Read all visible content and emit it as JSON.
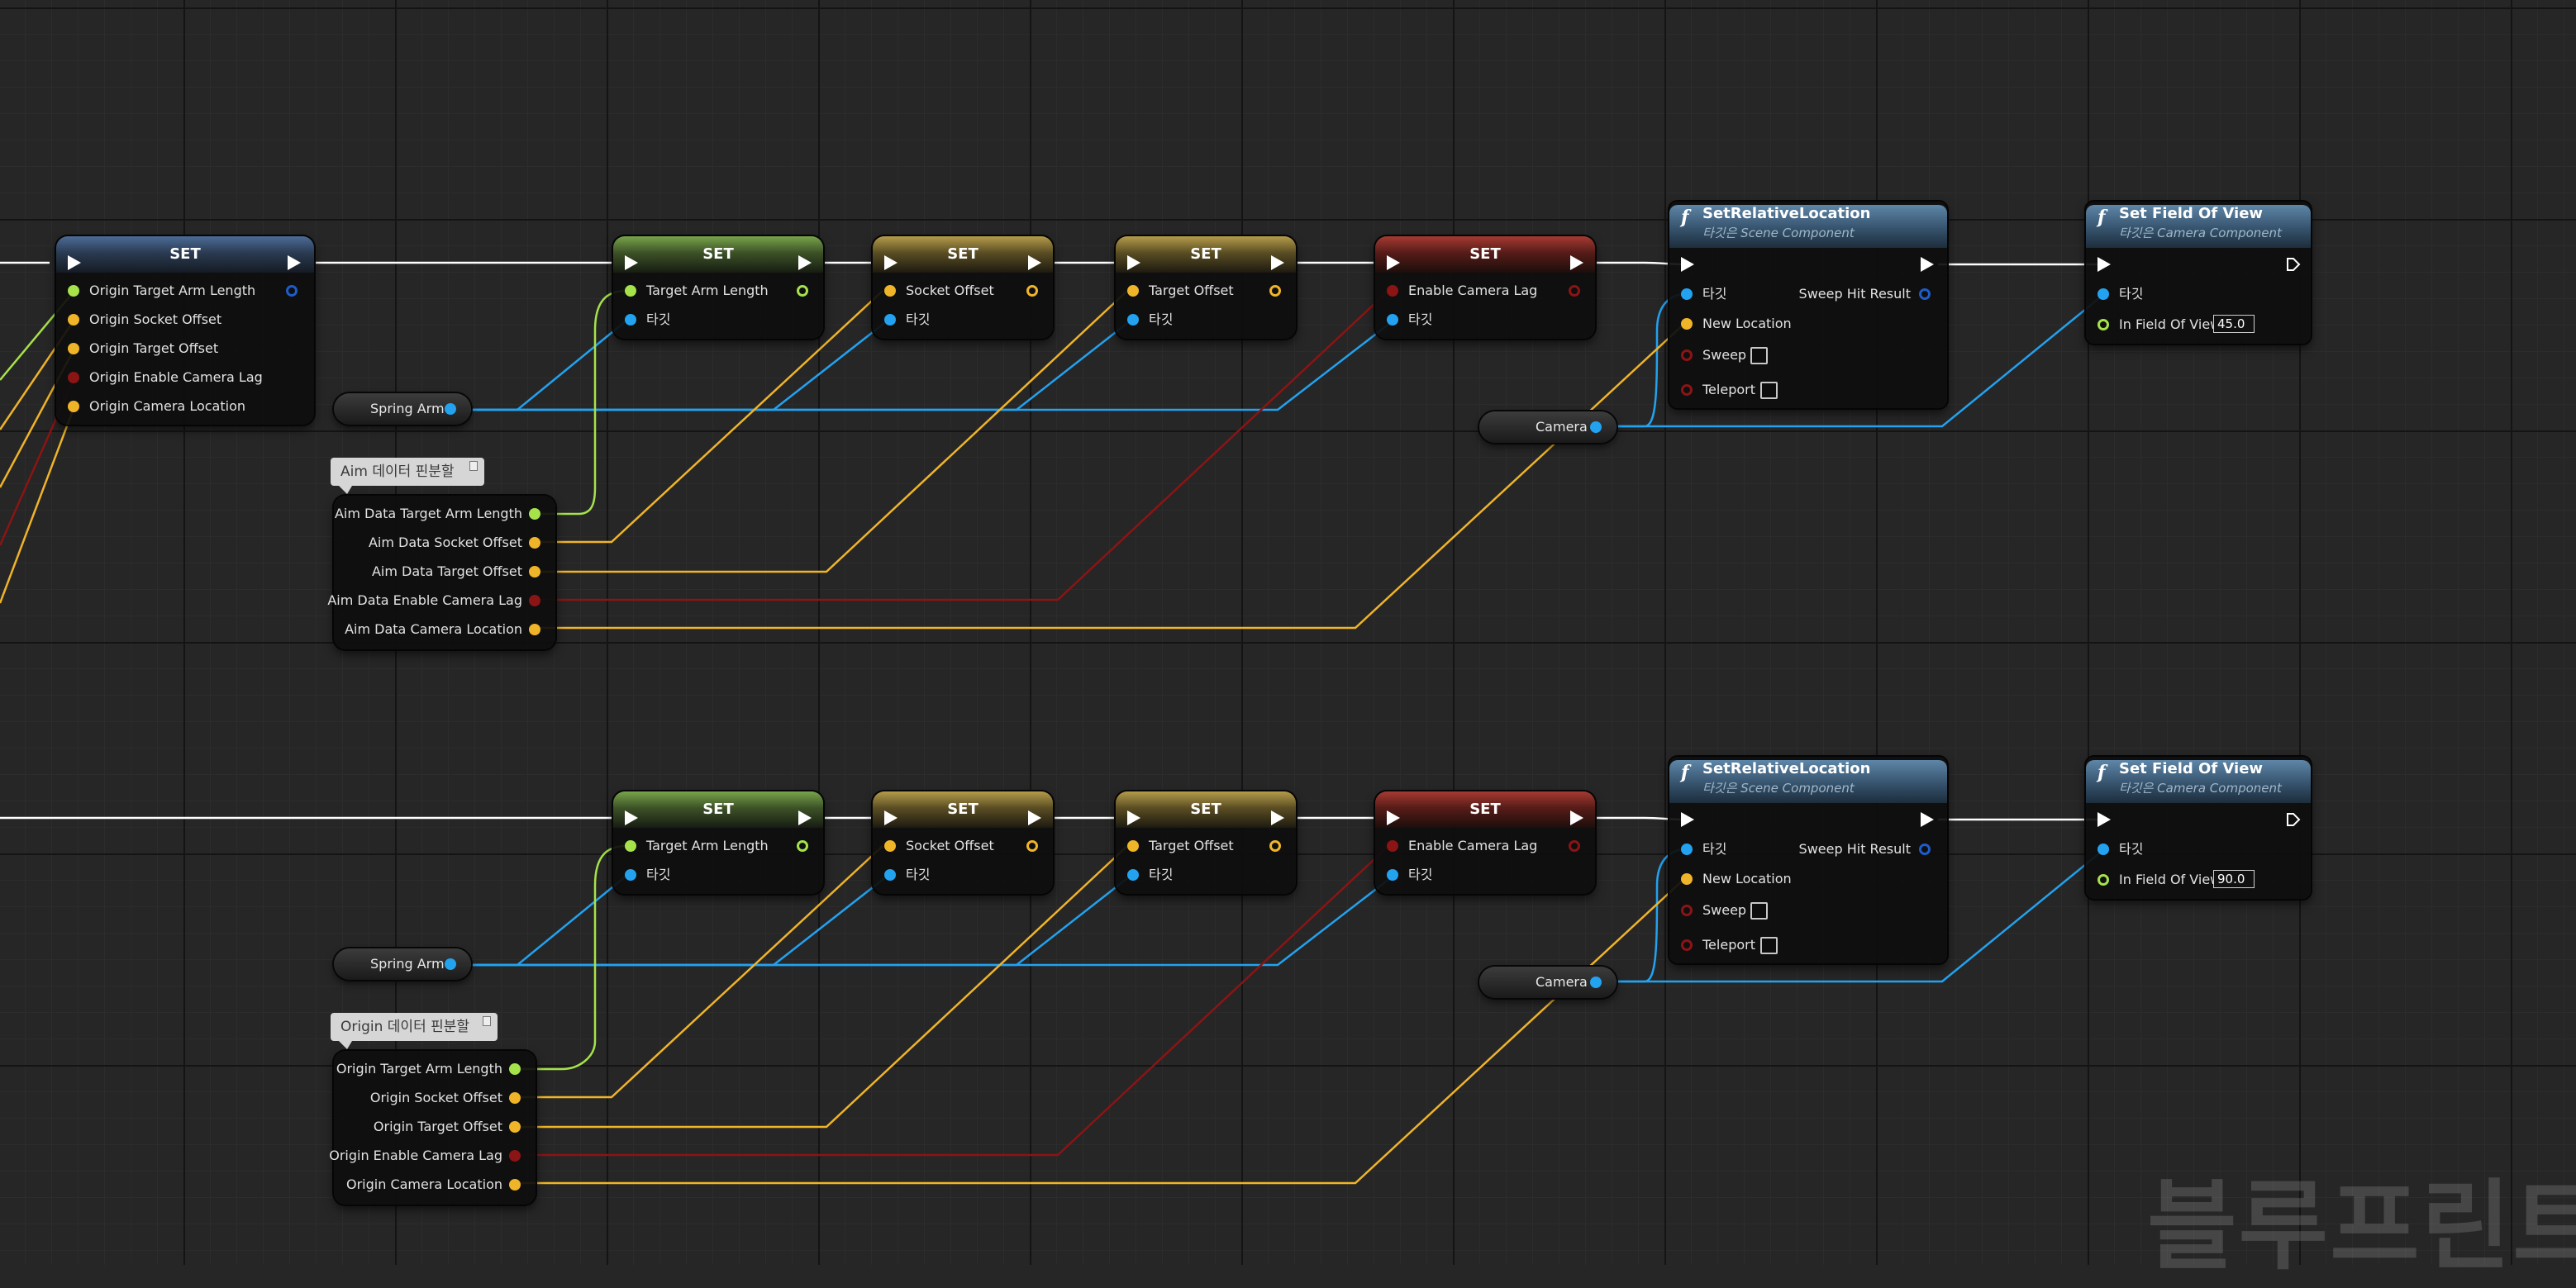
{
  "set_title": "SET",
  "set_relative_location": {
    "title": "SetRelativeLocation",
    "subtitle": "타깃은 Scene Component",
    "pin_target": "타깃",
    "pin_new_location": "New Location",
    "pin_sweep": "Sweep",
    "pin_teleport": "Teleport",
    "pin_sweep_hit_result": "Sweep Hit Result"
  },
  "set_field_of_view": {
    "title": "Set Field Of View",
    "subtitle": "타깃은 Camera Component",
    "pin_target": "타깃",
    "pin_fov": "In Field Of View"
  },
  "origin_set": [
    "Origin Target Arm Length",
    "Origin Socket Offset",
    "Origin Target Offset",
    "Origin Enable Camera Lag",
    "Origin Camera Location"
  ],
  "pin_target": "타깃",
  "set_labels": {
    "arm": "Target Arm Length",
    "socket": "Socket Offset",
    "target": "Target Offset",
    "lag": "Enable Camera Lag"
  },
  "spring_arm": "Spring Arm",
  "camera": "Camera",
  "aim_comment": "Aim 데이터 핀분할",
  "aim_data": [
    "Aim Data Target Arm Length",
    "Aim Data Socket Offset",
    "Aim Data Target Offset",
    "Aim Data Enable Camera Lag",
    "Aim Data Camera Location"
  ],
  "fov_aim": "45.0",
  "origin_comment": "Origin 데이터 핀분할",
  "origin_data": [
    "Origin Target Arm Length",
    "Origin Socket Offset",
    "Origin Target Offset",
    "Origin Enable Camera Lag",
    "Origin Camera Location"
  ],
  "fov_origin": "90.0",
  "watermark": "블루프린트",
  "colors": {
    "exec": "#ffffff",
    "float": "#a6e24a",
    "struct": "#f0b429",
    "bool": "#8b1414",
    "object": "#23a2f0"
  }
}
